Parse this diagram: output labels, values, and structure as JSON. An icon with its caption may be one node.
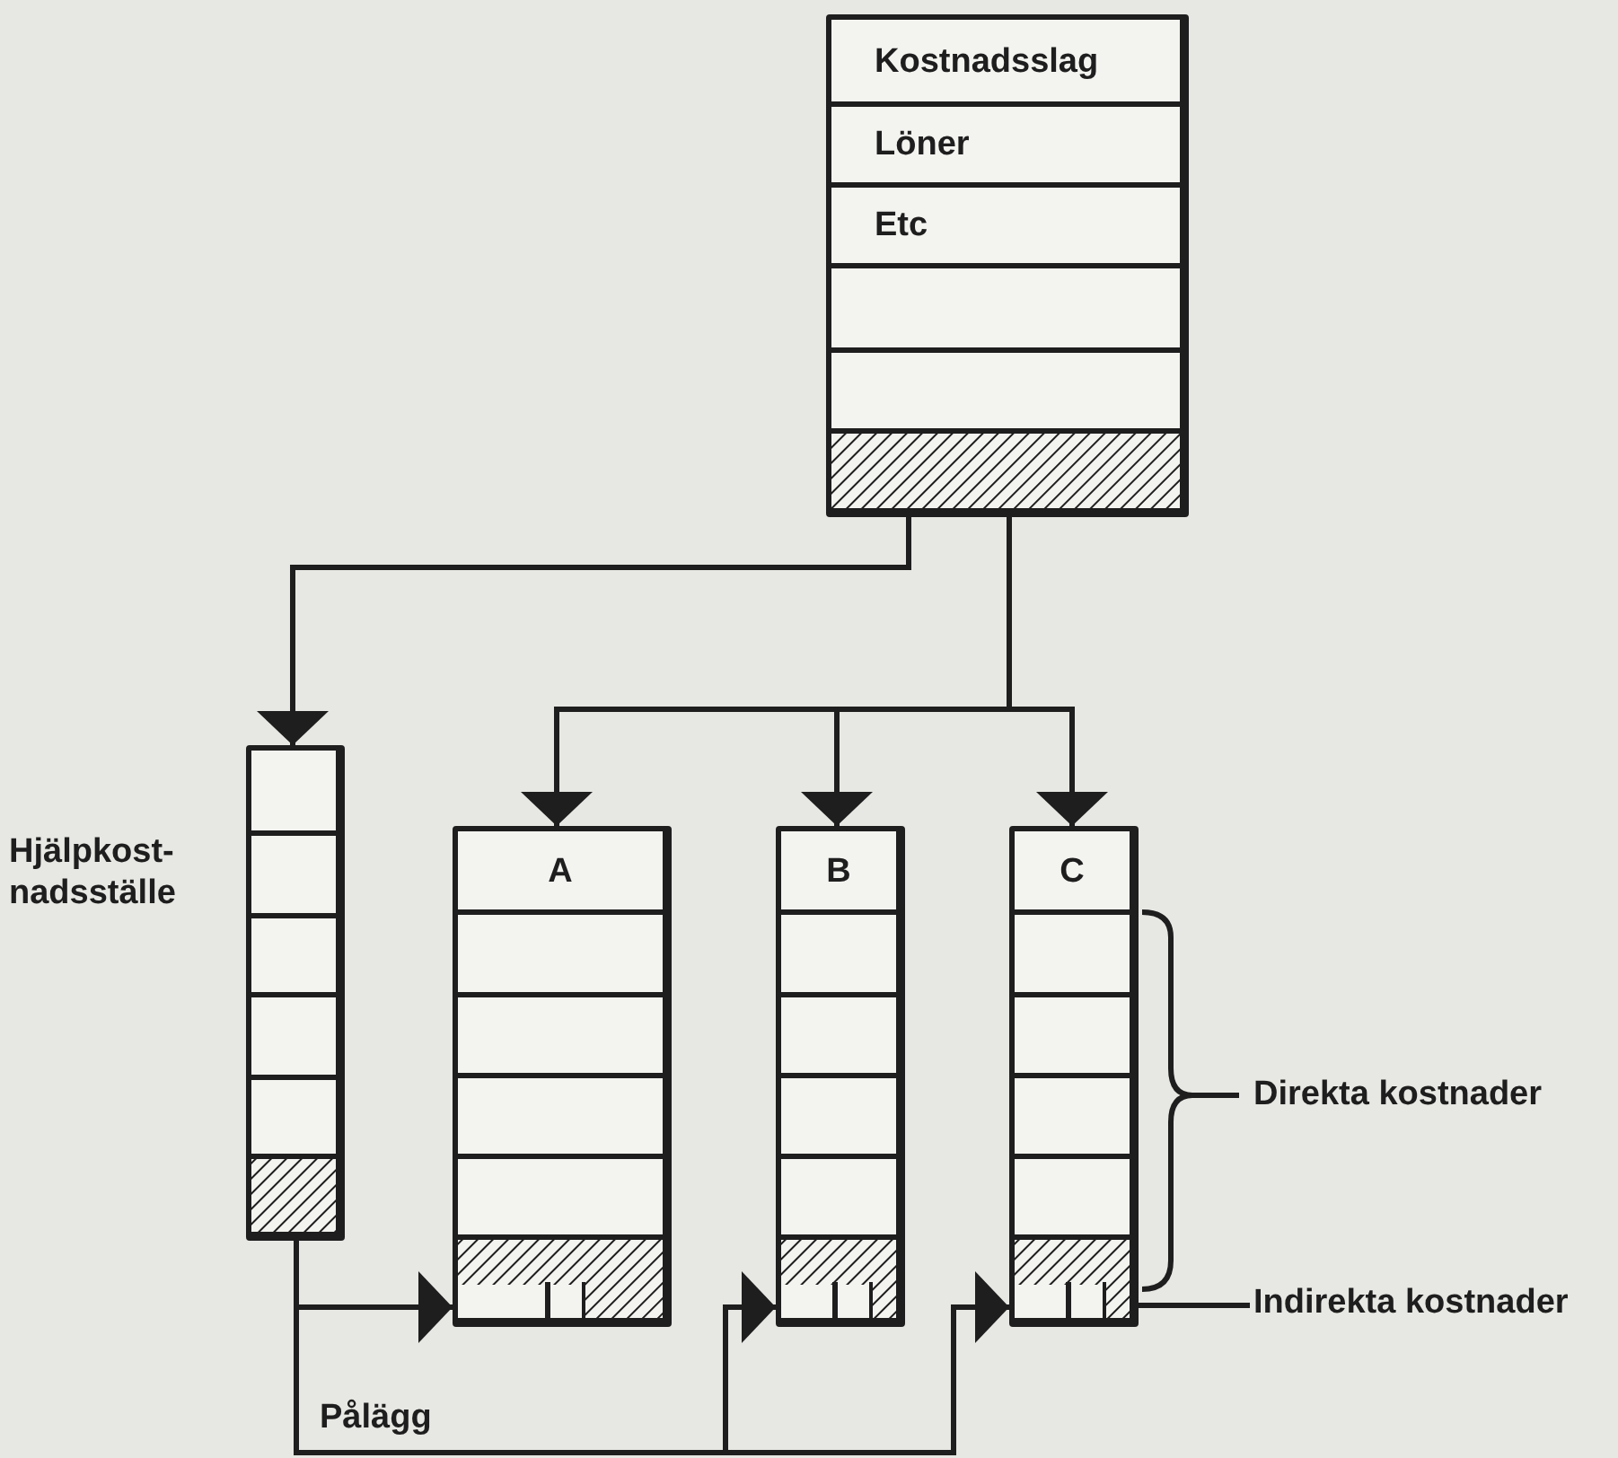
{
  "diagram": {
    "nodes": [
      {
        "text": [
          "Kostnadsslag",
          "Löner",
          "Etc"
        ]
      },
      {
        "text": [
          "Hjälpkost- nadsställe"
        ]
      },
      {
        "text": [
          "A"
        ]
      },
      {
        "text": [
          "B"
        ]
      },
      {
        "text": [
          "C"
        ]
      },
      {
        "text": [
          "Indirekta kostnader"
        ]
      }
    ],
    "edges": [
      {
        "from": 0,
        "to": 1,
        "arrow": "to"
      },
      {
        "from": 0,
        "to": 2,
        "arrow": "to"
      },
      {
        "from": 0,
        "to": 3,
        "arrow": "to"
      },
      {
        "from": 0,
        "to": 4,
        "arrow": "to"
      },
      {
        "from": 1,
        "to": 2,
        "arrow": "to"
      },
      {
        "from": 1,
        "to": 3,
        "arrow": "to"
      },
      {
        "from": 1,
        "to": 4,
        "arrow": "to"
      },
      {
        "from": 5,
        "to": 4,
        "arrow": "none"
      }
    ],
    "labels": [
      "Direkta kostnader",
      "Pålägg"
    ]
  }
}
